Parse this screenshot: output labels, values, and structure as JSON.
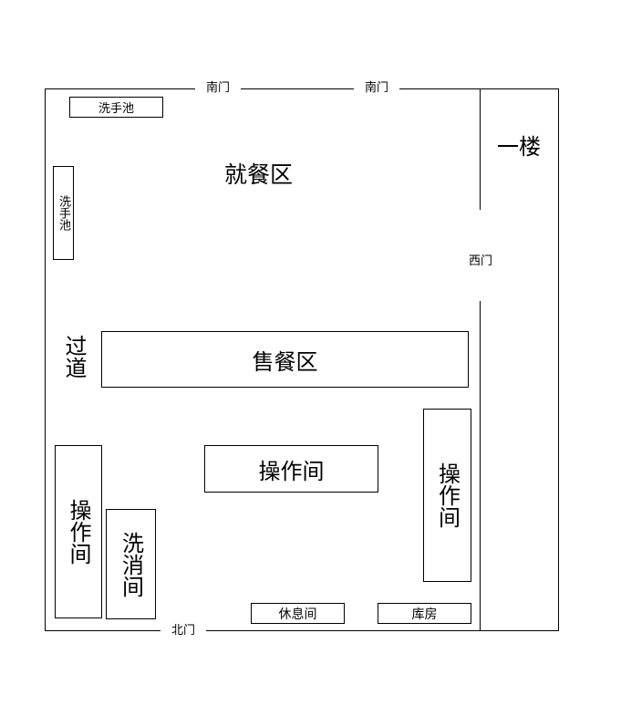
{
  "doors": {
    "south_1": "南门",
    "south_2": "南门",
    "west": "西门",
    "north": "北门"
  },
  "floor_label": "一楼",
  "zones": {
    "dining": "就餐区",
    "serving": "售餐区",
    "aisle": "过道",
    "operation_center": "操作间",
    "operation_left": "操作间",
    "operation_right": "操作间",
    "washing": "洗消间",
    "rest_room": "休息间",
    "storage": "库房",
    "sink_top": "洗手池",
    "sink_side": "洗手池"
  }
}
